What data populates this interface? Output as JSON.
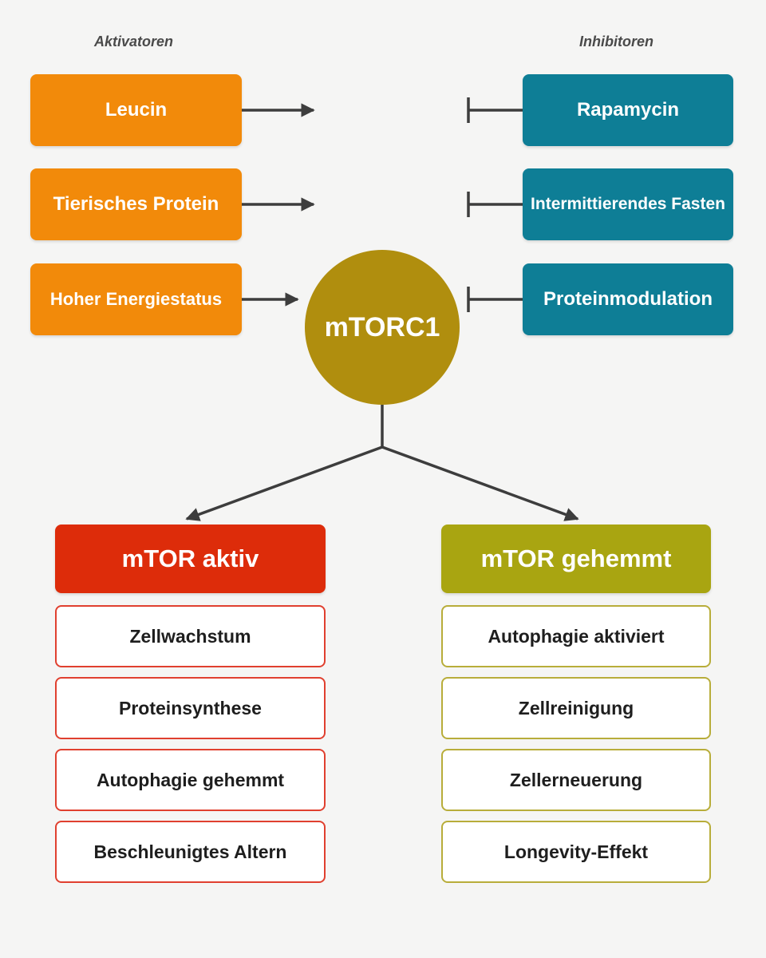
{
  "labels": {
    "activators": "Aktivatoren",
    "inhibitors": "Inhibitoren"
  },
  "activators": [
    "Leucin",
    "Tierisches Protein",
    "Hoher Energiestatus"
  ],
  "inhibitors": [
    "Rapamycin",
    "Intermittierendes Fasten",
    "Proteinmodulation"
  ],
  "center": "mTORC1",
  "outcomes": {
    "active": {
      "title": "mTOR aktiv",
      "items": [
        "Zellwachstum",
        "Proteinsynthese",
        "Autophagie gehemmt",
        "Beschleunigtes Altern"
      ]
    },
    "inhibited": {
      "title": "mTOR gehemmt",
      "items": [
        "Autophagie aktiviert",
        "Zellreinigung",
        "Zellerneuerung",
        "Longevity-Effekt"
      ]
    }
  },
  "colors": {
    "activator": "#f28a0a",
    "inhibitor": "#0e7e96",
    "center": "#b08e0e",
    "active": "#dd2c0a",
    "inhibited": "#a9a511",
    "line": "#3d3d3d"
  }
}
